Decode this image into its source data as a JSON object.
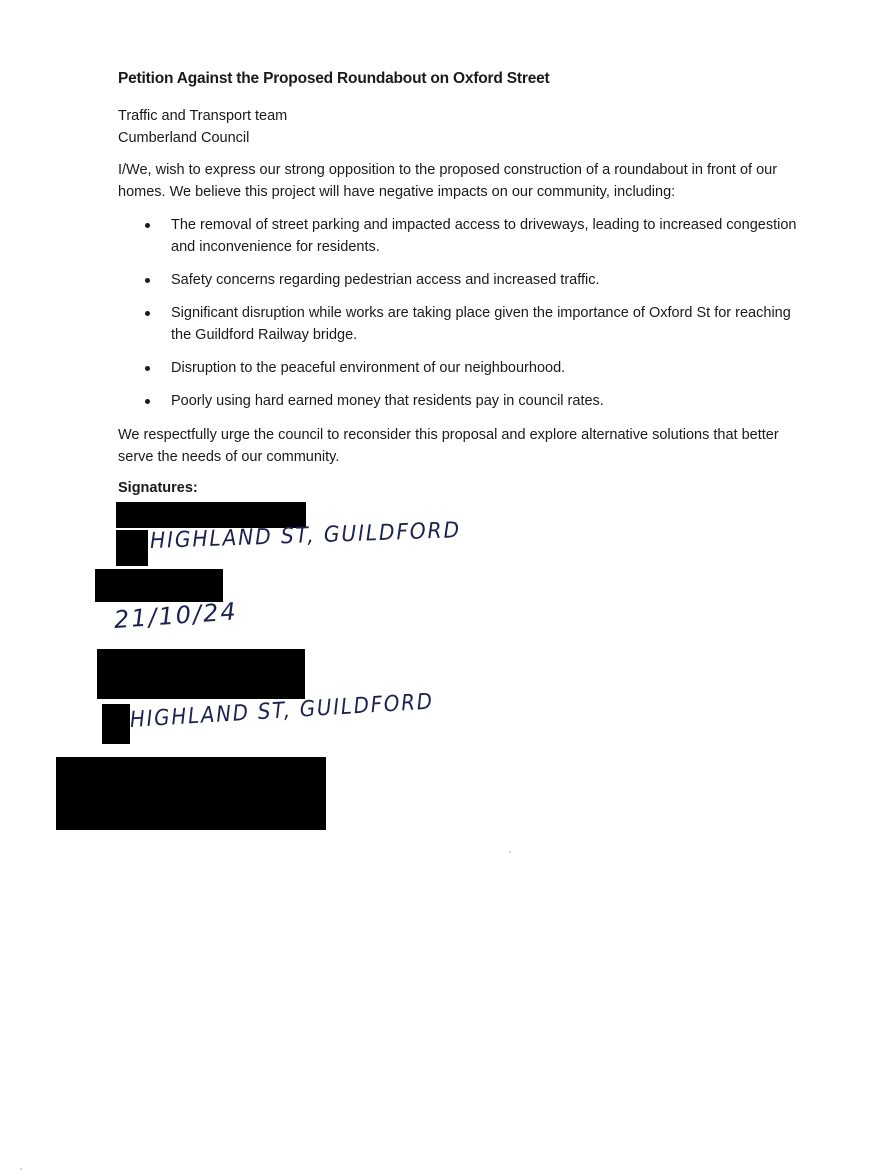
{
  "document": {
    "title": "Petition Against the Proposed Roundabout on Oxford Street",
    "recipient": {
      "line1": "Traffic and Transport team",
      "line2": "Cumberland Council"
    },
    "intro": "I/We, wish to express our strong opposition to the proposed construction of a roundabout in front of our homes. We believe this project will have negative impacts on our community, including:",
    "bullets": [
      "The removal of street parking and impacted access to driveways, leading to increased congestion and inconvenience for residents.",
      "Safety concerns regarding pedestrian access and increased traffic.",
      "Significant disruption while works are taking place given the importance of Oxford St for reaching the Guildford Railway bridge.",
      "Disruption to the peaceful environment of our neighbourhood.",
      "Poorly using hard earned money that residents pay in council rates."
    ],
    "closing": "We respectfully urge the council to reconsider this proposal and explore alternative solutions that better serve the needs of our community.",
    "signatures_label": "Signatures:",
    "handwritten": {
      "address_1": "HIGHLAND ST, GUILDFORD",
      "date": "21/10/24",
      "address_2": "HIGHLAND ST, GUILDFORD"
    }
  },
  "colors": {
    "text": "#1a1a1a",
    "ink": "#1c2250",
    "redaction": "#000000"
  }
}
